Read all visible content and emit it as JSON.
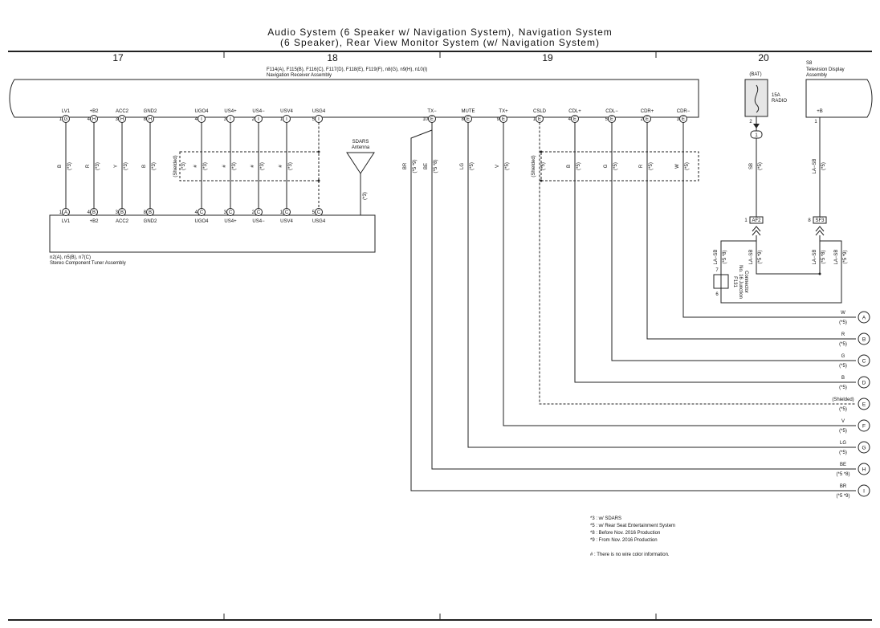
{
  "title_line1": "Audio System (6 Speaker w/ Navigation System),  Navigation System",
  "title_line2": "(6 Speaker),  Rear View Monitor System (w/ Navigation System)",
  "columns": [
    "17",
    "18",
    "19",
    "20"
  ],
  "receiver": {
    "codes": "F114(A), F115(B), F116(C), F117(D), F118(E), F119(F), n8(G), n9(H), n10(I)",
    "name": "Navigation Receiver Assembly"
  },
  "tuner": {
    "codes": "n2(A), n5(B), n7(C)",
    "name": "Stereo Component Tuner Assembly"
  },
  "antenna": {
    "line1": "SDARS",
    "line2": "Antenna",
    "note": "(*3)"
  },
  "top_pins": [
    {
      "label": "LV1",
      "num": "1",
      "conn": "G"
    },
    {
      "label": "+B2",
      "num": "4",
      "conn": "H"
    },
    {
      "label": "ACC2",
      "num": "3",
      "conn": "H"
    },
    {
      "label": "GND2",
      "num": "8",
      "conn": "H"
    },
    {
      "label": "UGO4",
      "num": "4",
      "conn": "I"
    },
    {
      "label": "US4+",
      "num": "3",
      "conn": "I"
    },
    {
      "label": "US4−",
      "num": "2",
      "conn": "I"
    },
    {
      "label": "USV4",
      "num": "1",
      "conn": "I"
    },
    {
      "label": "USG4",
      "num": "5",
      "conn": "I"
    },
    {
      "label": "TX−",
      "num": "10",
      "conn": "E"
    },
    {
      "label": "MUTE",
      "num": "8",
      "conn": "E"
    },
    {
      "label": "TX+",
      "num": "9",
      "conn": "E"
    },
    {
      "label": "CSLD",
      "num": "1",
      "conn": "E"
    },
    {
      "label": "CDL+",
      "num": "4",
      "conn": "E"
    },
    {
      "label": "CDL−",
      "num": "5",
      "conn": "E"
    },
    {
      "label": "CDR+",
      "num": "2",
      "conn": "E"
    },
    {
      "label": "CDR−",
      "num": "3",
      "conn": "E"
    }
  ],
  "bottom_pins": [
    {
      "label": "LV1",
      "num": "1",
      "conn": "A"
    },
    {
      "label": "+B2",
      "num": "4",
      "conn": "B"
    },
    {
      "label": "ACC2",
      "num": "3",
      "conn": "B"
    },
    {
      "label": "GND2",
      "num": "8",
      "conn": "B"
    },
    {
      "label": "UGO4",
      "num": "4",
      "conn": "C"
    },
    {
      "label": "US4+",
      "num": "3",
      "conn": "C"
    },
    {
      "label": "US4−",
      "num": "2",
      "conn": "C"
    },
    {
      "label": "USV4",
      "num": "1",
      "conn": "C"
    },
    {
      "label": "USG4",
      "num": "5",
      "conn": "C"
    }
  ],
  "left_wires": [
    {
      "color": "B",
      "note": "(*3)"
    },
    {
      "color": "R",
      "note": "(*3)"
    },
    {
      "color": "Y",
      "note": "(*3)"
    },
    {
      "color": "B",
      "note": "(*3)"
    },
    {
      "color": "#",
      "note": "(*3)"
    },
    {
      "color": "#",
      "note": "(*3)"
    },
    {
      "color": "#",
      "note": "(*3)"
    },
    {
      "color": "#",
      "note": "(*3)"
    }
  ],
  "shielded": "(Shielded)",
  "ugo_note": "(*3)",
  "right_wires": [
    {
      "color": "BR",
      "note": "(*5 *9)"
    },
    {
      "color": "BE",
      "note": "(*5 *8)"
    },
    {
      "color": "LG",
      "note": "(*5)"
    },
    {
      "color": "V",
      "note": "(*5)"
    },
    {
      "color": "(Shielded)",
      "note": "(*5)"
    },
    {
      "color": "B",
      "note": "(*5)"
    },
    {
      "color": "G",
      "note": "(*5)"
    },
    {
      "color": "R",
      "note": "(*5)"
    },
    {
      "color": "W",
      "note": "(*5)"
    }
  ],
  "outputs": [
    {
      "color": "W",
      "note": "(*5)",
      "letter": "A"
    },
    {
      "color": "R",
      "note": "(*5)",
      "letter": "B"
    },
    {
      "color": "G",
      "note": "(*5)",
      "letter": "C"
    },
    {
      "color": "B",
      "note": "(*5)",
      "letter": "D"
    },
    {
      "color": "(Shielded)",
      "note": "(*5)",
      "letter": "E"
    },
    {
      "color": "V",
      "note": "(*5)",
      "letter": "F"
    },
    {
      "color": "LG",
      "note": "(*5)",
      "letter": "G"
    },
    {
      "color": "BE",
      "note": "(*5 *8)",
      "letter": "H"
    },
    {
      "color": "BR",
      "note": "(*5 *9)",
      "letter": "I"
    }
  ],
  "bat": {
    "label": "(BAT)",
    "fuse_line1": "15A",
    "fuse_line2": "RADIO",
    "pin": "2",
    "conn": "1"
  },
  "tv": {
    "code": "S8",
    "line1": "Television Display",
    "line2": "Assembly",
    "pin_label": "+B",
    "pin_num": "1"
  },
  "power_wires": [
    {
      "color": "SB",
      "note": "(*5)"
    },
    {
      "color": "LA−SB",
      "note": "(*5)"
    }
  ],
  "af2": {
    "num": "1",
    "label": "AF2"
  },
  "sf3": {
    "num": "8",
    "label": "SF3"
  },
  "lower_power_wires": [
    {
      "color": "LA−SB",
      "note": "(*5 *8)"
    },
    {
      "color": "LA−SB",
      "note": "(*5 *9)"
    },
    {
      "color": "LA−SB",
      "note": "(*5 *8)"
    },
    {
      "color": "LA−SB",
      "note": "(*5 *9)"
    }
  ],
  "junction": {
    "line1": "F131",
    "line2": "No. 16 Junction",
    "line3": "Connector",
    "pin_top": "7",
    "pin_bottom": "6"
  },
  "legend": [
    "*3 : w/ SDARS",
    "*5 : w/ Rear Seat Entertainment System",
    "*8 : Before Nov.  2016 Production",
    "*9 : From Nov.  2016 Production",
    "# : There is no wire color information."
  ]
}
